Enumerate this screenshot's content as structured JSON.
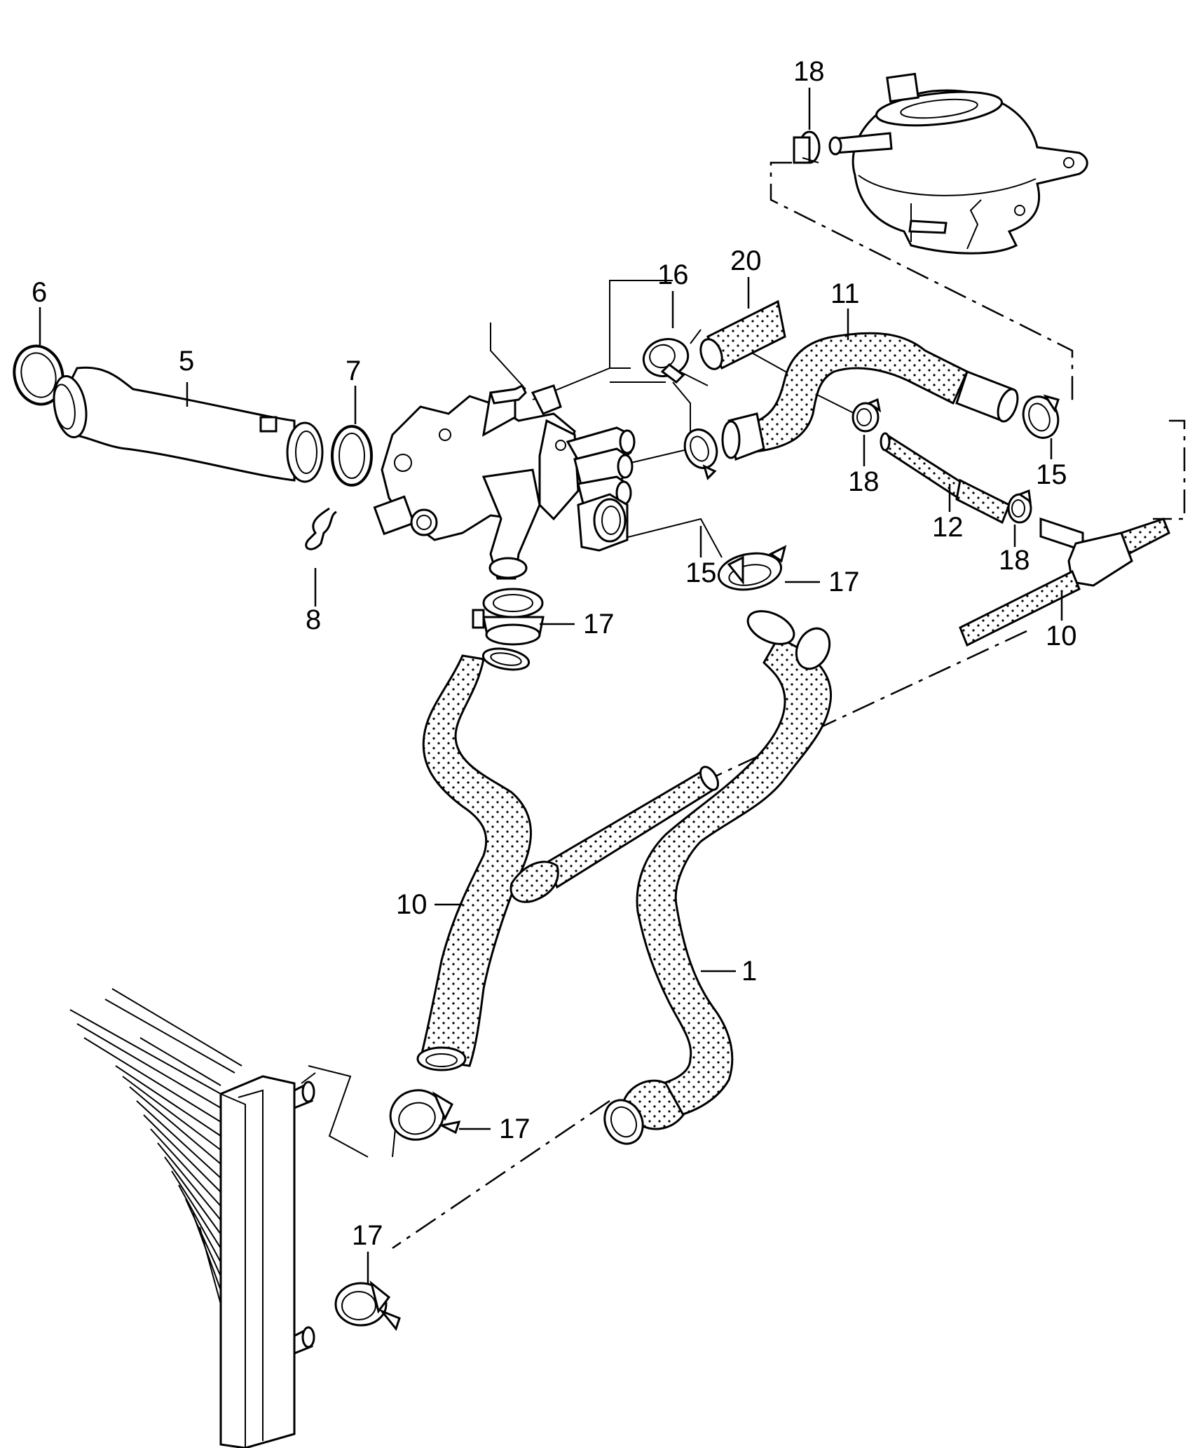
{
  "diagram": {
    "callouts": [
      {
        "id": "c20",
        "text": "20"
      },
      {
        "id": "c16",
        "text": "16"
      },
      {
        "id": "c11",
        "text": "11"
      },
      {
        "id": "c6",
        "text": "6"
      },
      {
        "id": "c5",
        "text": "5"
      },
      {
        "id": "c7",
        "text": "7"
      },
      {
        "id": "c8",
        "text": "8"
      },
      {
        "id": "c18a",
        "text": "18"
      },
      {
        "id": "c18b",
        "text": "18"
      },
      {
        "id": "c18c",
        "text": "18"
      },
      {
        "id": "c15a",
        "text": "15"
      },
      {
        "id": "c15b",
        "text": "15"
      },
      {
        "id": "c12",
        "text": "12"
      },
      {
        "id": "c10a",
        "text": "10"
      },
      {
        "id": "c10b",
        "text": "10"
      },
      {
        "id": "c17a",
        "text": "17"
      },
      {
        "id": "c17b",
        "text": "17"
      },
      {
        "id": "c17c",
        "text": "17"
      },
      {
        "id": "c17d",
        "text": "17"
      },
      {
        "id": "c1",
        "text": "1"
      }
    ]
  }
}
